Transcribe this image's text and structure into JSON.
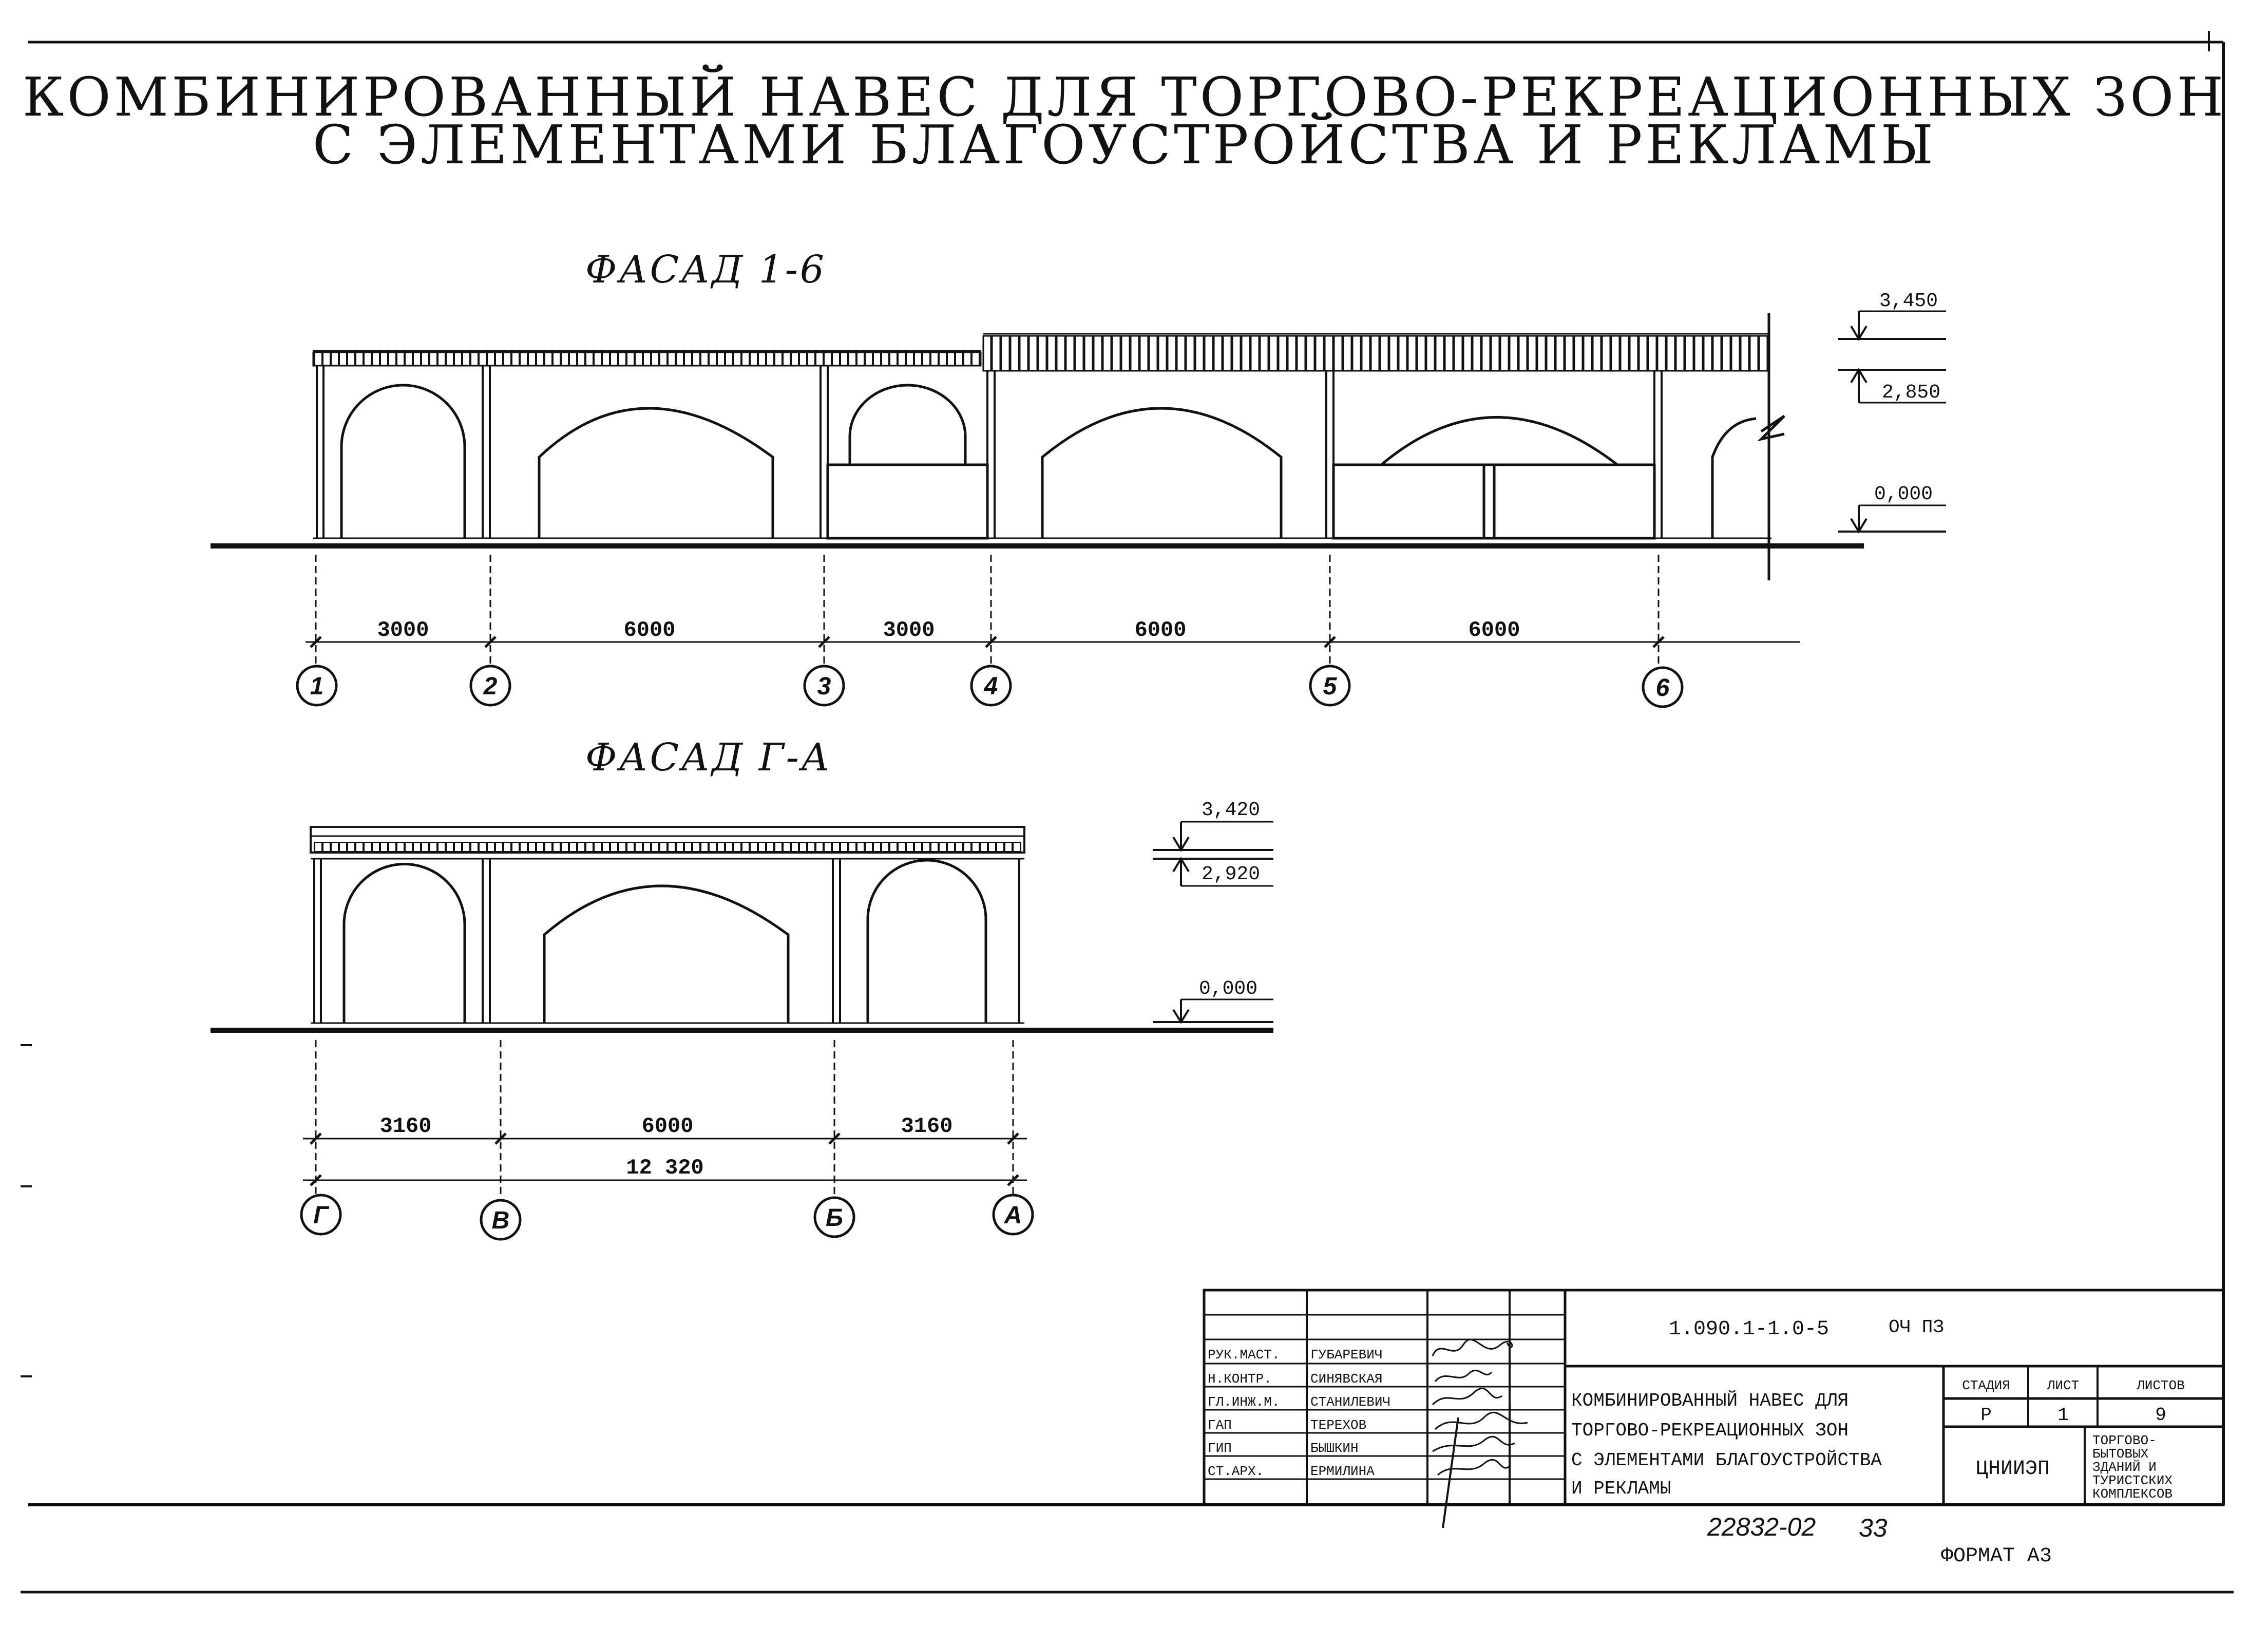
{
  "title": {
    "line1": "КОМБИНИРОВАННЫЙ НАВЕС ДЛЯ ТОРГОВО-РЕКРЕАЦИОННЫХ ЗОН",
    "line2": "С ЭЛЕМЕНТАМИ БЛАГОУСТРОЙСТВА И РЕКЛАМЫ"
  },
  "facade1": {
    "title": "ФАСАД 1-6",
    "axes": [
      "1",
      "2",
      "3",
      "4",
      "5",
      "6"
    ],
    "dims": [
      "3000",
      "6000",
      "3000",
      "6000",
      "6000"
    ],
    "elevations": [
      "3,450",
      "2,850",
      "0,000"
    ]
  },
  "facade2": {
    "title": "ФАСАД Г-А",
    "axes": [
      "Г",
      "В",
      "Б",
      "А"
    ],
    "dims": [
      "3160",
      "6000",
      "3160"
    ],
    "total": "12 320",
    "elevations": [
      "3,420",
      "2,920",
      "0,000"
    ]
  },
  "title_block": {
    "code": "1.090.1-1.0-5",
    "suffix": "ОЧ ПЗ",
    "description": [
      "КОМБИНИРОВАННЫЙ НАВЕС ДЛЯ",
      "ТОРГОВО-РЕКРЕАЦИОННЫХ ЗОН",
      "С ЭЛЕМЕНТАМИ БЛАГОУСТРОЙСТВА",
      "И РЕКЛАМЫ"
    ],
    "headers": [
      "СТАДИЯ",
      "ЛИСТ",
      "ЛИСТОВ"
    ],
    "values": [
      "Р",
      "1",
      "9"
    ],
    "org": "ЦНИИЭП",
    "org_dept": [
      "ТОРГОВО-",
      "БЫТОВЫХ",
      "ЗДАНИЙ И",
      "ТУРИСТСКИХ",
      "КОМПЛЕКСОВ"
    ],
    "staff": [
      {
        "role": "РУК.МАСТ.",
        "name": "ГУБАРЕВИЧ"
      },
      {
        "role": "Н.КОНТР.",
        "name": "СИНЯВСКАЯ"
      },
      {
        "role": "ГЛ.ИНЖ.М.",
        "name": "СТАНИЛЕВИЧ"
      },
      {
        "role": "ГАП",
        "name": "ТЕРЕХОВ"
      },
      {
        "role": "ГИП",
        "name": "БЫШКИН"
      },
      {
        "role": "СТ.АРХ.",
        "name": "ЕРМИЛИНА"
      }
    ]
  },
  "footer": {
    "inventory": "22832-02",
    "page": "33",
    "format": "ФОРМАТ А3"
  }
}
